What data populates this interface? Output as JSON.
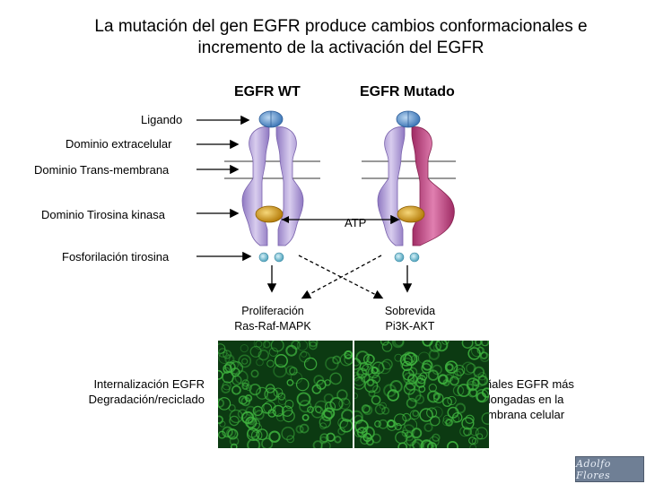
{
  "title": {
    "line1": "La mutación del gen EGFR produce cambios conformacionales e",
    "line2": "incremento de la activación del EGFR"
  },
  "columns": {
    "wt": "EGFR WT",
    "mutant": "EGFR Mutado"
  },
  "labels": {
    "ligand": "Ligando",
    "extracellular": "Dominio extracelular",
    "transmembrane": "Dominio Trans-membrana",
    "kinase": "Dominio Tirosina kinasa",
    "phosphorylation": "Fosforilación tirosina",
    "atp": "ATP"
  },
  "pathways": {
    "left_line1": "Proliferación",
    "left_line2": "Ras-Raf-MAPK",
    "right_line1": "Sobrevida",
    "right_line2": "Pi3K-AKT"
  },
  "side_notes": {
    "left_line1": "Internalización EGFR",
    "left_line2": "Degradación/reciclado",
    "right_line1": "Señales EGFR más",
    "right_line2": "prolongadas en la",
    "right_line3": "membrana celular"
  },
  "colors": {
    "wt_receptor": "#a995cf",
    "mutant_receptor": "#c2417f",
    "ligand": "#6aa0d6",
    "kinase": "#d9a21c",
    "phospho": "#7ec3d6",
    "micro_bg": "#0c3a12",
    "micro_cells": "#3fb33f"
  },
  "logo": "signature-logo"
}
